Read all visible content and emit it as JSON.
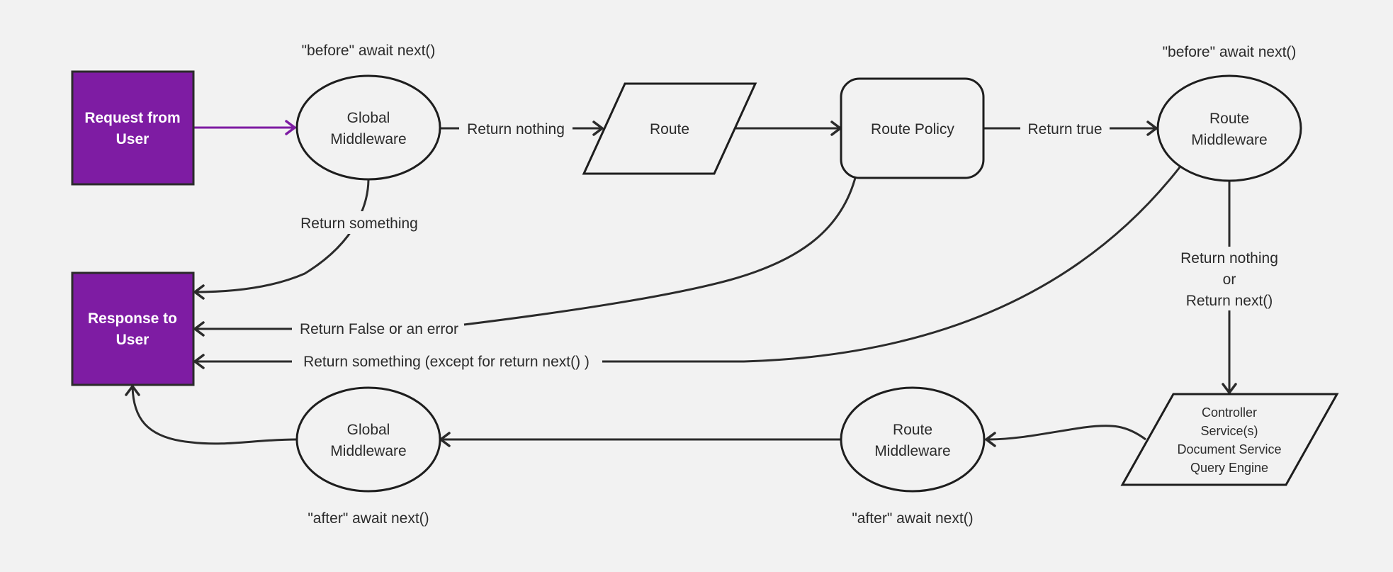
{
  "colors": {
    "background": "#f2f2f2",
    "terminal_fill": "#7e1ca3",
    "stroke": "#2b2b2b"
  },
  "nodes": {
    "request": [
      "Request from",
      "User"
    ],
    "response": [
      "Response to",
      "User"
    ],
    "global_before": [
      "Global",
      "Middleware"
    ],
    "route": "Route",
    "route_policy": "Route Policy",
    "route_mw_before": [
      "Route",
      "Middleware"
    ],
    "controller": [
      "Controller",
      "Service(s)",
      "Document Service",
      "Query Engine"
    ],
    "route_mw_after": [
      "Route",
      "Middleware"
    ],
    "global_after": [
      "Global",
      "Middleware"
    ]
  },
  "annotations": {
    "global_before": "\"before\" await next()",
    "route_mw_before": "\"before\" await next()",
    "global_after": "\"after\" await next()",
    "route_mw_after": "\"after\" await next()"
  },
  "edges": {
    "global_to_route": "Return nothing",
    "policy_to_route_mw": "Return true",
    "global_to_response": "Return something",
    "policy_to_response": "Return False or an error",
    "route_mw_to_response": "Return something (except for return next() )",
    "route_mw_to_controller": [
      "Return nothing",
      "or",
      "Return next()"
    ]
  }
}
